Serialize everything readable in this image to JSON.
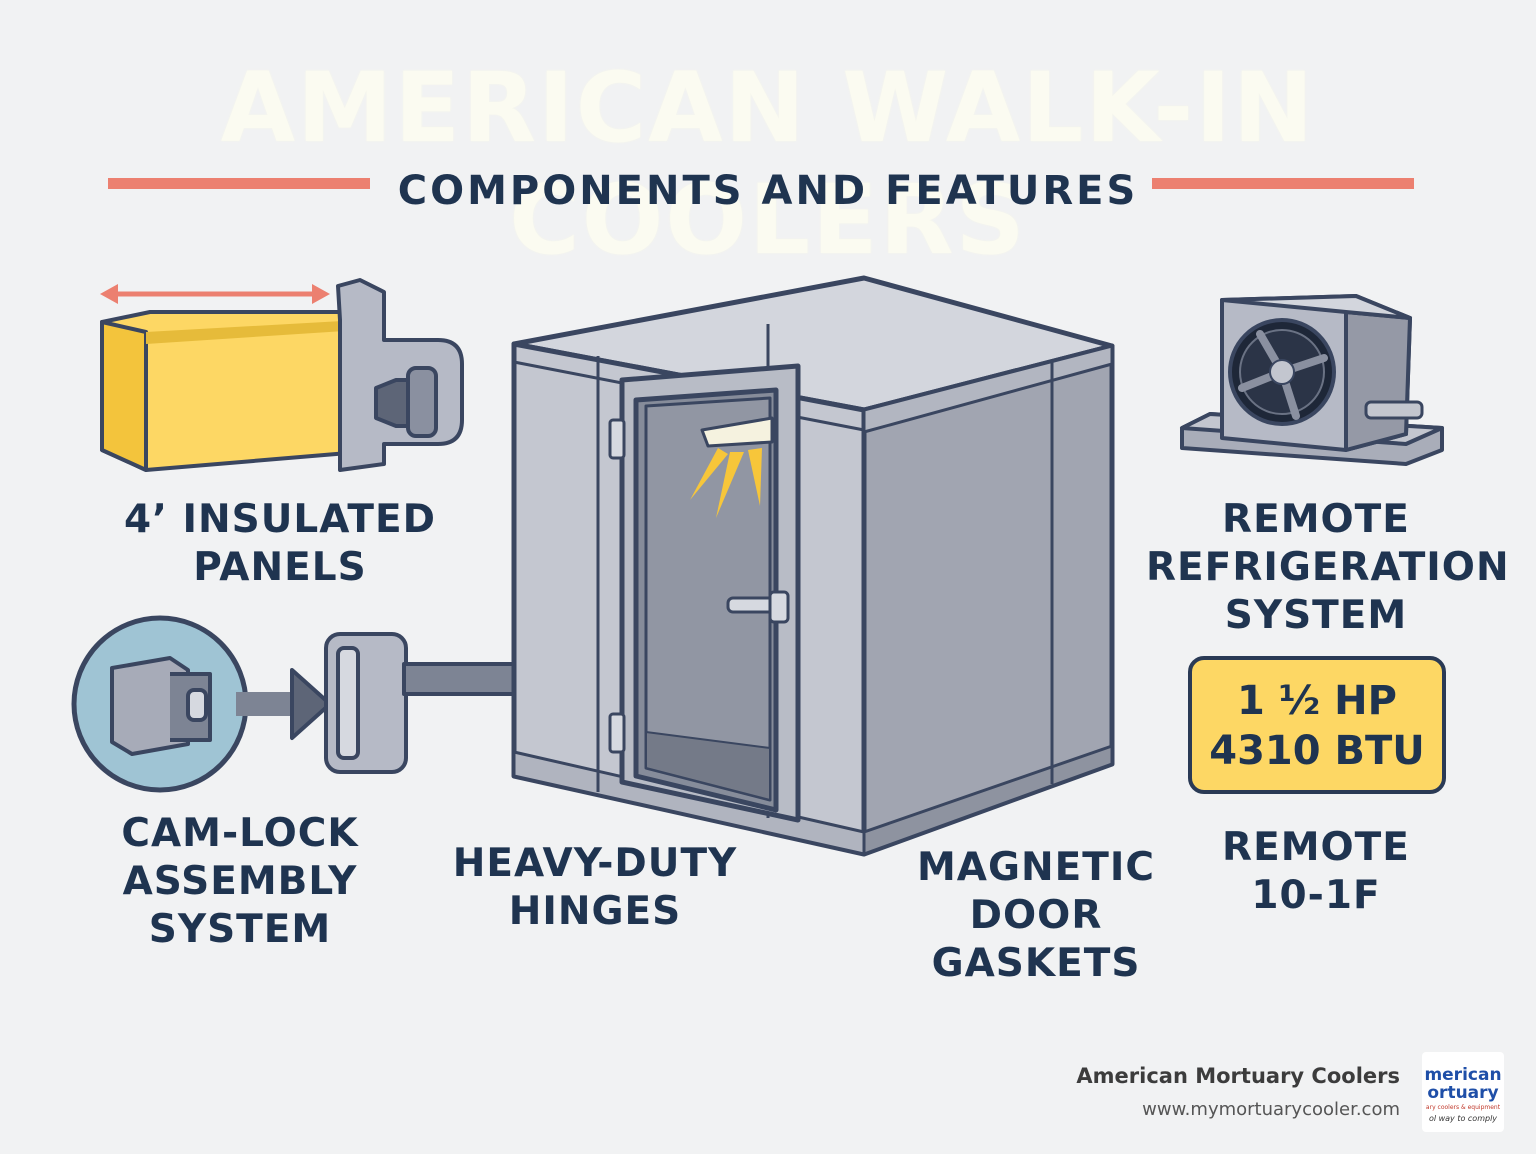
{
  "header": {
    "title": "AMERICAN WALK-IN COOLERS",
    "subtitle": "COMPONENTS AND FEATURES"
  },
  "components": {
    "panels": [
      "4’ INSULATED",
      "PANELS"
    ],
    "camlock": [
      "CAM-LOCK",
      "ASSEMBLY",
      "SYSTEM"
    ],
    "hinges": [
      "HEAVY-DUTY",
      "HINGES"
    ],
    "gaskets": [
      "MAGNETIC",
      "DOOR GASKETS"
    ],
    "refrigeration": [
      "REMOTE",
      "REFRIGERATION",
      "SYSTEM"
    ],
    "spec": [
      "1 ½ HP",
      "4310 BTU"
    ],
    "temp": [
      "REMOTE",
      "10-1F"
    ]
  },
  "brand": {
    "name": "American Mortuary Coolers",
    "url": "www.mymortuarycooler.com",
    "logo_lines": [
      "merican",
      "ortuary",
      "ary coolers & equipment",
      "ol way to comply"
    ]
  },
  "colors": {
    "navy": "#1f3450",
    "accent_red": "#ec8070",
    "yellow": "#fdd764",
    "panel_gray": "#c9ccd4",
    "outline": "#3a4660"
  }
}
